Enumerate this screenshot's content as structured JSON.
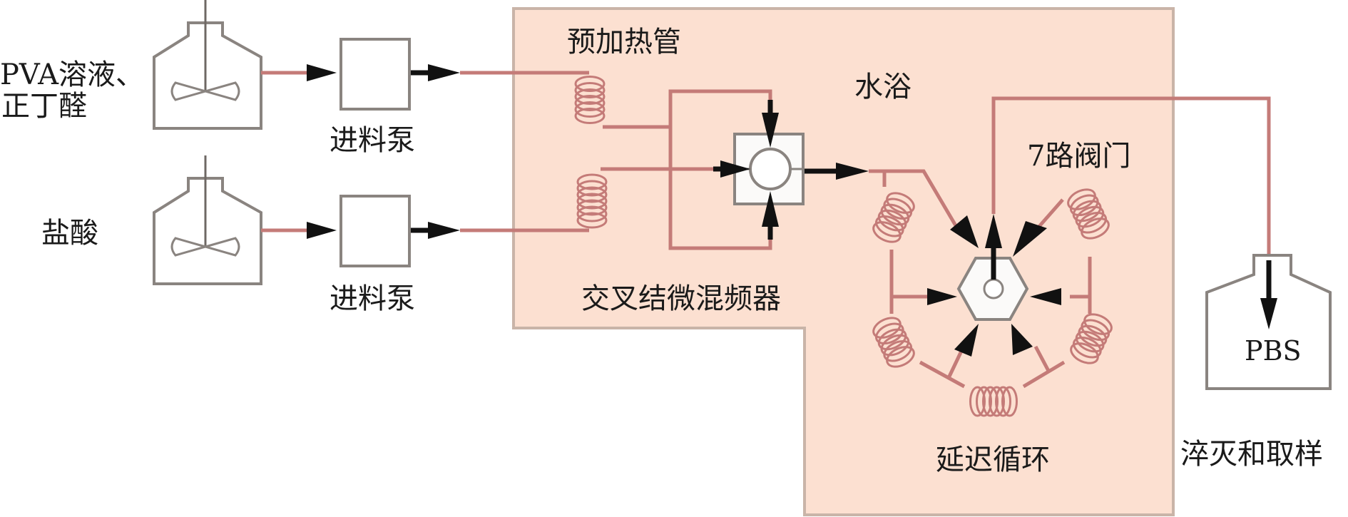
{
  "diagram": {
    "title": "",
    "colors": {
      "water_bath": "#fce0d1",
      "water_bath_border": "#c9b4a8",
      "pipe": "#c47b78",
      "vessel_outline": "#8a8480",
      "arrow": "#111111",
      "text": "#1a1a1a"
    },
    "labels": {
      "reagent_a_line1": "PVA溶液、",
      "reagent_a_line2": "正丁醛",
      "reagent_b": "盐酸",
      "pump_1": "进料泵",
      "pump_2": "进料泵",
      "preheat_tube": "预加热管",
      "water_bath": "水浴",
      "cross_micromixer": "交叉结微混频器",
      "valve_7way": "7路阀门",
      "delay_loop": "延迟循环",
      "quench_vessel": "PBS",
      "quench_sampling": "淬灭和取样"
    },
    "nodes": [
      {
        "id": "tank_pva",
        "type": "stirred-tank",
        "label_key": "reagent_a_line1"
      },
      {
        "id": "tank_hcl",
        "type": "stirred-tank",
        "label_key": "reagent_b"
      },
      {
        "id": "pump_1",
        "type": "pump",
        "label_key": "pump_1"
      },
      {
        "id": "pump_2",
        "type": "pump",
        "label_key": "pump_2"
      },
      {
        "id": "preheat_1",
        "type": "coil",
        "label_key": "preheat_tube"
      },
      {
        "id": "preheat_2",
        "type": "coil"
      },
      {
        "id": "mixer",
        "type": "cross-junction-mixer",
        "label_key": "cross_micromixer"
      },
      {
        "id": "valve",
        "type": "7-way-valve",
        "label_key": "valve_7way"
      },
      {
        "id": "delay_coils",
        "type": "coil",
        "count": 5,
        "label_key": "delay_loop"
      },
      {
        "id": "pbs_vessel",
        "type": "collection-vessel",
        "label_key": "quench_vessel"
      }
    ],
    "edges": [
      {
        "from": "tank_pva",
        "to": "pump_1"
      },
      {
        "from": "tank_hcl",
        "to": "pump_2"
      },
      {
        "from": "pump_1",
        "to": "preheat_1"
      },
      {
        "from": "pump_2",
        "to": "preheat_2"
      },
      {
        "from": "preheat_1",
        "to": "mixer"
      },
      {
        "from": "preheat_2",
        "to": "mixer"
      },
      {
        "from": "mixer",
        "to": "valve"
      },
      {
        "from": "valve",
        "to": "delay_coils"
      },
      {
        "from": "delay_coils",
        "to": "valve"
      },
      {
        "from": "valve",
        "to": "pbs_vessel"
      }
    ]
  }
}
